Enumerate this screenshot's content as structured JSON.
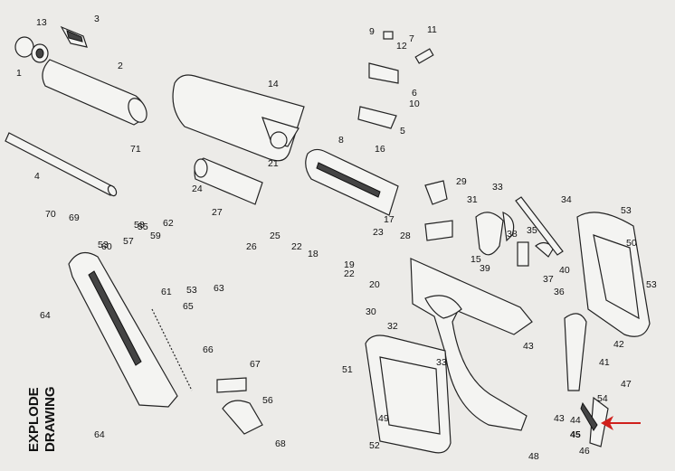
{
  "drawing": {
    "title_line1": "EXPLODE",
    "title_line2": "DRAWING",
    "accent_color": "#d0201c"
  },
  "part_labels": [
    "1",
    "2",
    "3",
    "4",
    "5",
    "6",
    "7",
    "8",
    "9",
    "10",
    "11",
    "12",
    "13",
    "14",
    "15",
    "16",
    "17",
    "18",
    "19",
    "20",
    "21",
    "22",
    "22",
    "23",
    "24",
    "25",
    "26",
    "27",
    "28",
    "29",
    "30",
    "31",
    "32",
    "33",
    "33",
    "34",
    "35",
    "36",
    "37",
    "38",
    "39",
    "40",
    "41",
    "42",
    "43",
    "43",
    "44",
    "45",
    "46",
    "47",
    "48",
    "49",
    "50",
    "51",
    "52",
    "53",
    "53",
    "53",
    "53",
    "54",
    "55",
    "56",
    "57",
    "58",
    "59",
    "60",
    "61",
    "62",
    "63",
    "64",
    "64",
    "65",
    "66",
    "67",
    "68",
    "69",
    "70",
    "71"
  ],
  "highlight": {
    "icon": "red-arrow-icon",
    "points_to_label": "45"
  }
}
